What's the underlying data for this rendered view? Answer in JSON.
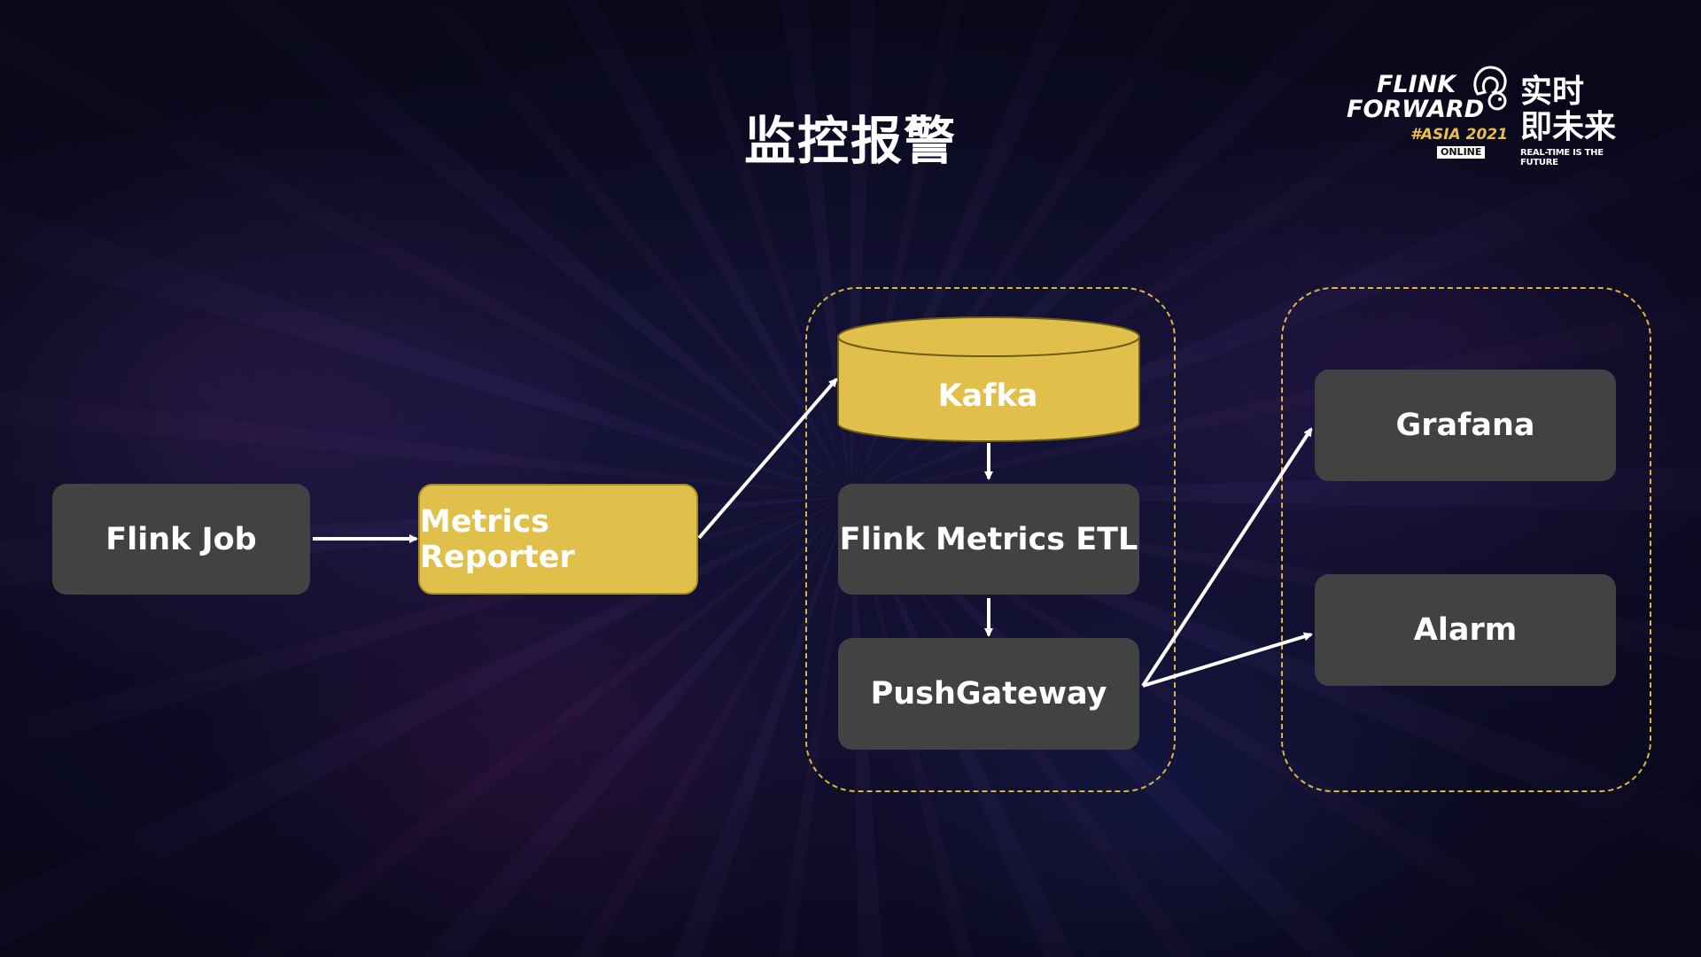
{
  "title": "监控报警",
  "logo": {
    "line1": "FLINK",
    "line2": "FORWARD",
    "line3": "#ASIA 2021",
    "badge": "ONLINE",
    "cn_line1": "实时",
    "cn_line2": "即未来",
    "tagline": "REAL-TIME IS THE FUTURE"
  },
  "nodes": {
    "flink_job": "Flink Job",
    "metrics_reporter": "Metrics Reporter",
    "kafka": "Kafka",
    "flink_metrics_etl": "Flink Metrics ETL",
    "pushgateway": "PushGateway",
    "grafana": "Grafana",
    "alarm": "Alarm"
  },
  "colors": {
    "accent_yellow": "#e0c04a",
    "node_gray": "#424242",
    "dash_border": "#d9b73d",
    "arrow": "#ffffff"
  }
}
